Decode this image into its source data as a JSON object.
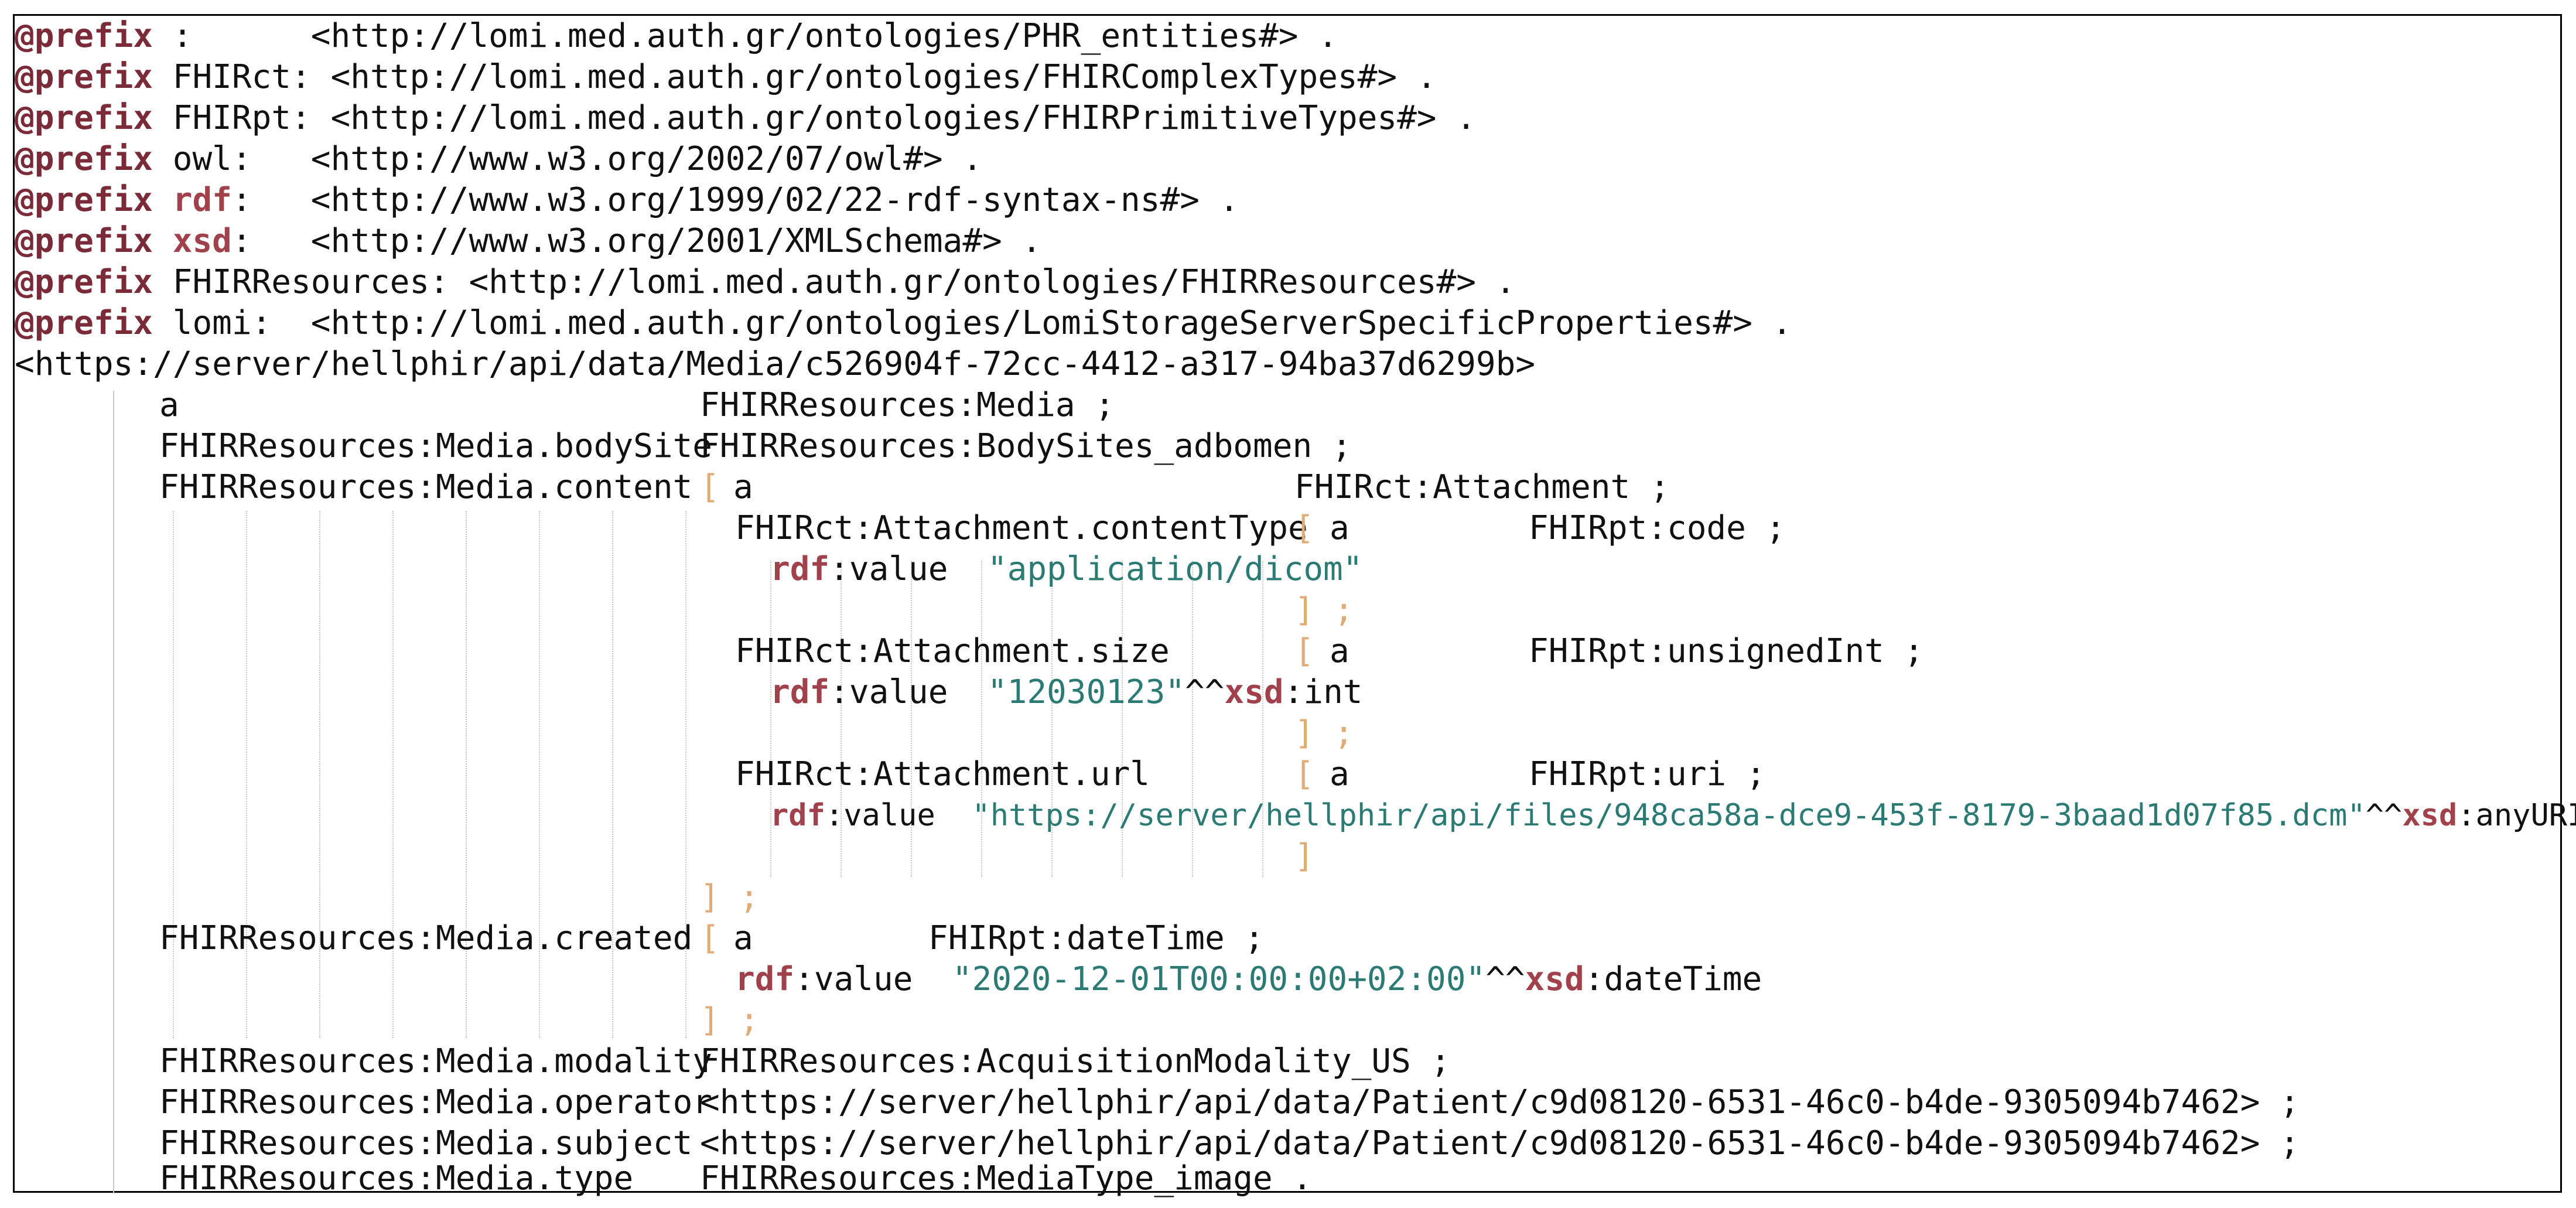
{
  "keywords": {
    "prefix": "@prefix",
    "a": "a",
    "rdf": "rdf",
    "xsd": "xsd",
    "value": ":value"
  },
  "punct": {
    "dot": ".",
    "semi": ";",
    "open": "[",
    "close": "]",
    "close_semi": "] ;",
    "caret": "^^"
  },
  "prefixes": [
    {
      "name": ":",
      "iri": "<http://lomi.med.auth.gr/ontologies/PHR_entities#>"
    },
    {
      "name": "FHIRct:",
      "iri": "<http://lomi.med.auth.gr/ontologies/FHIRComplexTypes#>"
    },
    {
      "name": "FHIRpt:",
      "iri": "<http://lomi.med.auth.gr/ontologies/FHIRPrimitiveTypes#>"
    },
    {
      "name": "owl:",
      "iri": "<http://www.w3.org/2002/07/owl#>"
    },
    {
      "name": "rdf:",
      "iri": "<http://www.w3.org/1999/02/22-rdf-syntax-ns#>"
    },
    {
      "name": "xsd:",
      "iri": "<http://www.w3.org/2001/XMLSchema#>"
    },
    {
      "name": "FHIRResources:",
      "iri": "<http://lomi.med.auth.gr/ontologies/FHIRResources#>"
    },
    {
      "name": "lomi:",
      "iri": "<http://lomi.med.auth.gr/ontologies/LomiStorageServerSpecificProperties#>"
    }
  ],
  "subject_iri": "<https://server/hellphir/api/data/Media/c526904f-72cc-4412-a317-94ba37d6299b>",
  "triples": {
    "type_value": "FHIRResources:Media ;",
    "bodySite_pred": "FHIRResources:Media.bodySite",
    "bodySite_obj": "FHIRResources:BodySites_adbomen ;",
    "content_pred": "FHIRResources:Media.content",
    "attachment_type": "FHIRct:Attachment ;",
    "contentType_pred": "FHIRct:Attachment.contentType",
    "contentType_type": "FHIRpt:code ;",
    "contentType_val": "\"application/dicom\"",
    "size_pred": "FHIRct:Attachment.size",
    "size_type": "FHIRpt:unsignedInt ;",
    "size_val": "\"12030123\"",
    "size_dtype": ":int",
    "url_pred": "FHIRct:Attachment.url",
    "url_type": "FHIRpt:uri ;",
    "url_val": "\"https://server/hellphir/api/files/948ca58a-dce9-453f-8179-3baad1d07f85.dcm\"",
    "url_dtype": ":anyURI",
    "created_pred": "FHIRResources:Media.created",
    "created_type": "FHIRpt:dateTime ;",
    "created_val": "\"2020-12-01T00:00:00+02:00\"",
    "created_dtype": ":dateTime",
    "modality_pred": "FHIRResources:Media.modality",
    "modality_obj": "FHIRResources:AcquisitionModality_US ;",
    "operator_pred": "FHIRResources:Media.operator",
    "operator_obj": "<https://server/hellphir/api/data/Patient/c9d08120-6531-46c0-b4de-9305094b7462> ;",
    "subject_pred": "FHIRResources:Media.subject",
    "subject_obj": "<https://server/hellphir/api/data/Patient/c9d08120-6531-46c0-b4de-9305094b7462> ;",
    "type_pred": "FHIRResources:Media.type",
    "type_obj": "FHIRResources:MediaType_image ."
  },
  "colors": {
    "keyword": "#7b2a37",
    "prefix": "#a0414b",
    "string": "#2b7a74",
    "bracket": "#e0ab76"
  }
}
